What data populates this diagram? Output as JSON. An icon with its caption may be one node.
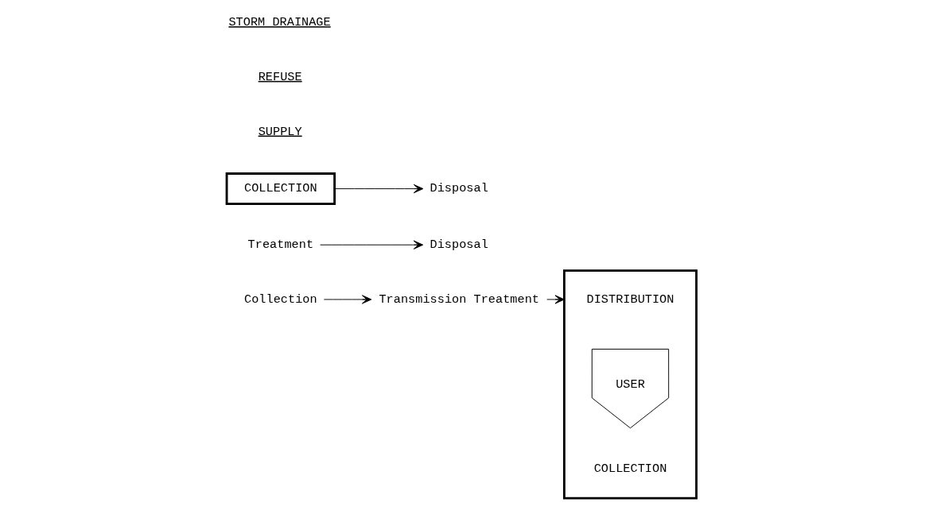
{
  "diagram": {
    "nodes": [
      {
        "text": [
          "Collection"
        ]
      },
      {
        "text": [
          "Transmission Treatment"
        ]
      },
      {
        "text": [],
        "shape": "box"
      },
      {
        "text": [
          "DISTRIBUTION"
        ],
        "in": 2
      },
      {
        "text": [
          "USER"
        ],
        "in": 2
      },
      {
        "text": [
          "COLLECTION"
        ],
        "in": 2
      },
      {
        "text": [
          "Treatment"
        ]
      },
      {
        "text": [
          "Disposal"
        ]
      },
      {
        "text": [
          "COLLECTION"
        ]
      },
      {
        "text": [
          "Disposal"
        ]
      }
    ],
    "edges": [
      {
        "from": 0,
        "to": 1,
        "arrow": "to"
      },
      {
        "from": 1,
        "to": 3,
        "arrow": "to"
      },
      {
        "from": 6,
        "to": 7,
        "arrow": "to"
      },
      {
        "from": 8,
        "to": 9,
        "arrow": "to"
      }
    ],
    "labels": [
      "SUPPLY",
      "REFUSE",
      "STORM DRAINAGE"
    ]
  }
}
